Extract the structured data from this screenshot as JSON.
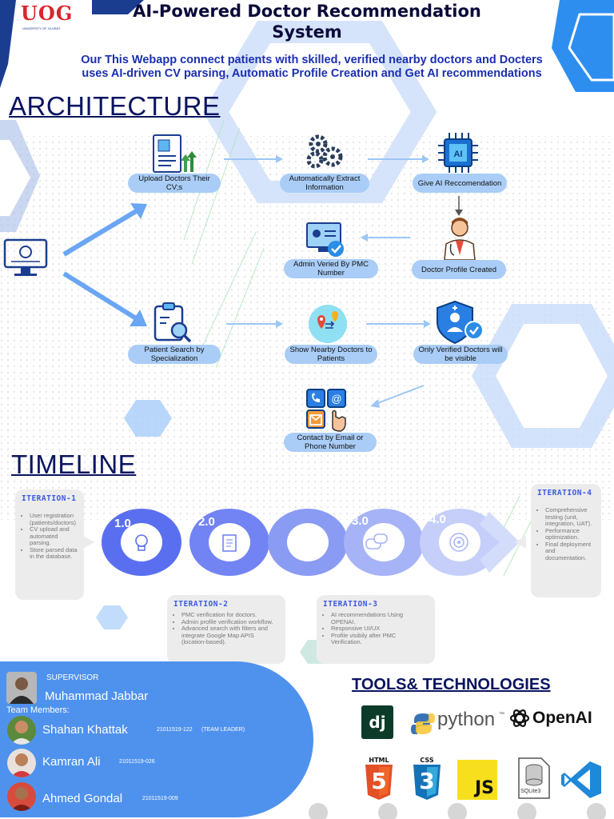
{
  "header": {
    "logo_text": "UOG",
    "logo_subtext": "UNIVERSITY OF GUJRAT",
    "title_line1": "AI-Powered Doctor Recommendation",
    "title_line2": "System",
    "subtitle_line1": "Our This Webapp connect patients with skilled, verified nearby doctors and Docters",
    "subtitle_line2": "uses AI-driven CV parsing, Automatic Profile Creation  and Get AI recommendations"
  },
  "architecture": {
    "heading": "ARCHITECTURE",
    "nodes": {
      "upload": "Upload Doctors Their CV;s",
      "extract": "Automatically Extract Information",
      "ai_rec": "Give AI Reccomendation",
      "profile": "Doctor Profile Created",
      "admin": "Admin Veried By PMC Number",
      "search": "Patient Search by Specialization",
      "nearby": "Show Nearby Doctors to Patients",
      "verified": "Only Verified Doctors will be visible",
      "contact": "Contact by Email or Phone Number"
    },
    "icons": [
      "cv-upload-icon",
      "gears-icon",
      "ai-chip-icon",
      "doctor-icon",
      "admin-verify-icon",
      "computer-icon",
      "search-clipboard-icon",
      "location-icon",
      "shield-verified-icon",
      "contact-icon"
    ]
  },
  "timeline": {
    "heading": "TIMELINE",
    "numbers": [
      "1.0",
      "2.0",
      "3.0",
      "4.0"
    ],
    "iterations": [
      {
        "title": "ITERATION-1",
        "items": [
          "User registration (patients/doctors)",
          "CV upload and automated parsing.",
          "Store parsed data in the database."
        ]
      },
      {
        "title": "ITERATION-2",
        "items": [
          "PMC verification for doctors.",
          "Admin profile verification workflow.",
          "Advanced search with filters and integrate Google Map APIS (location-based)."
        ]
      },
      {
        "title": "ITERATION-3",
        "items": [
          "AI recommendations Using OPENAI.",
          "Responsive UI/UX",
          "Profile visibily after PMC Verification."
        ]
      },
      {
        "title": "ITERATION-4",
        "items": [
          "Comprehensive testing (unit, integration, UAT).",
          "Performance optimization.",
          "Final deployment and documentation."
        ]
      }
    ]
  },
  "team": {
    "supervisor_label": "SUPERVISOR",
    "supervisor_name": "Muhammad Jabbar",
    "members_label": "Team Members:",
    "members": [
      {
        "name": "Shahan Khattak",
        "id": "21011519-122",
        "role": "(TEAM LEADER)"
      },
      {
        "name": "Kamran Ali",
        "id": "21011519-026",
        "role": ""
      },
      {
        "name": "Ahmed Gondal",
        "id": "21011519-009",
        "role": ""
      }
    ]
  },
  "tools": {
    "heading": "TOOLS& TECHNOLOGIES",
    "django": "dj",
    "python": "python",
    "python_tm": "™",
    "openai": "OpenAI",
    "html_label": "HTML",
    "html_num": "5",
    "css_label": "CSS",
    "css_num": "3",
    "js": "JS",
    "sqlite": "SQLite3"
  },
  "colors": {
    "accent_blue": "#4f92ee",
    "pill_blue": "#a9cdf7",
    "heading_navy": "#0a1460",
    "subtitle_blue": "#1b2fb0"
  }
}
